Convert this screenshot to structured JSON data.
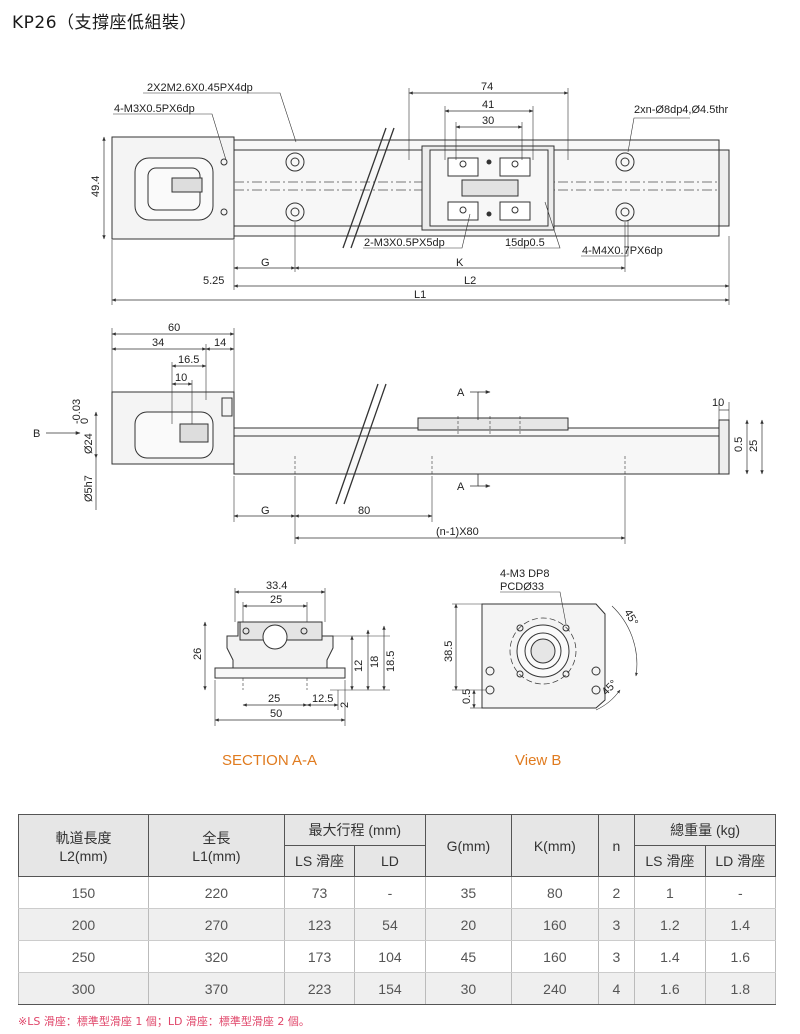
{
  "title": "KP26（支撐座低組裝）",
  "top_view": {
    "tap_upper": "2X2M2.6X0.45PX4dp",
    "tap_side": "4-M3X0.5PX6dp",
    "dim_74": "74",
    "dim_41": "41",
    "dim_30": "30",
    "counterbore": "2xn-Ø8dp4,Ø4.5thr",
    "height": "49.4",
    "tap_2m3": "2-M3X0.5PX5dp",
    "depth_15": "15dp0.5",
    "tap_4m4": "4-M4X0.7PX6dp",
    "g": "G",
    "k": "K",
    "offset": "5.25",
    "l2": "L2",
    "l1": "L1"
  },
  "side_view": {
    "d60": "60",
    "d34": "34",
    "d14": "14",
    "d165": "16.5",
    "d10": "10",
    "arrow_b": "B",
    "dia24": "Ø24",
    "tol_upper": "-0.03",
    "tol_lower": "0",
    "dia5": "Ø5h7",
    "section_a_top": "A",
    "section_a_bottom": "A",
    "end10": "10",
    "h05": "0.5",
    "h25": "25",
    "g": "G",
    "pitch80": "80",
    "pitch_n": "(n-1)X80"
  },
  "section_aa": {
    "d334": "33.4",
    "d25_top": "25",
    "d26": "26",
    "d12": "12",
    "d18": "18",
    "d185": "18.5",
    "d25_bottom": "25",
    "d125": "12.5",
    "d2": "2",
    "d50": "50",
    "caption": "SECTION A-A"
  },
  "view_b": {
    "tap": "4-M3 DP8",
    "pcd": "PCDØ33",
    "d385": "38.5",
    "d05": "0.5",
    "angle1": "45°",
    "angle2": "45°",
    "caption": "View B"
  },
  "table": {
    "h_rail": "軌道長度",
    "h_rail_unit": "L2(mm)",
    "h_total": "全長",
    "h_total_unit": "L1(mm)",
    "h_stroke": "最大行程 (mm)",
    "h_ls": "LS 滑座",
    "h_ld": "LD",
    "h_g": "G(mm)",
    "h_k": "K(mm)",
    "h_n": "n",
    "h_weight": "總重量 (kg)",
    "h_w_ls": "LS 滑座",
    "h_w_ld": "LD 滑座",
    "rows": [
      {
        "l2": "150",
        "l1": "220",
        "ls": "73",
        "ld": "-",
        "g": "35",
        "k": "80",
        "n": "2",
        "wls": "1",
        "wld": "-"
      },
      {
        "l2": "200",
        "l1": "270",
        "ls": "123",
        "ld": "54",
        "g": "20",
        "k": "160",
        "n": "3",
        "wls": "1.2",
        "wld": "1.4"
      },
      {
        "l2": "250",
        "l1": "320",
        "ls": "173",
        "ld": "104",
        "g": "45",
        "k": "160",
        "n": "3",
        "wls": "1.4",
        "wld": "1.6"
      },
      {
        "l2": "300",
        "l1": "370",
        "ls": "223",
        "ld": "154",
        "g": "30",
        "k": "240",
        "n": "4",
        "wls": "1.6",
        "wld": "1.8"
      }
    ]
  },
  "footnote": "※LS 滑座：標準型滑座 1 個；LD 滑座：標準型滑座 2 個。"
}
